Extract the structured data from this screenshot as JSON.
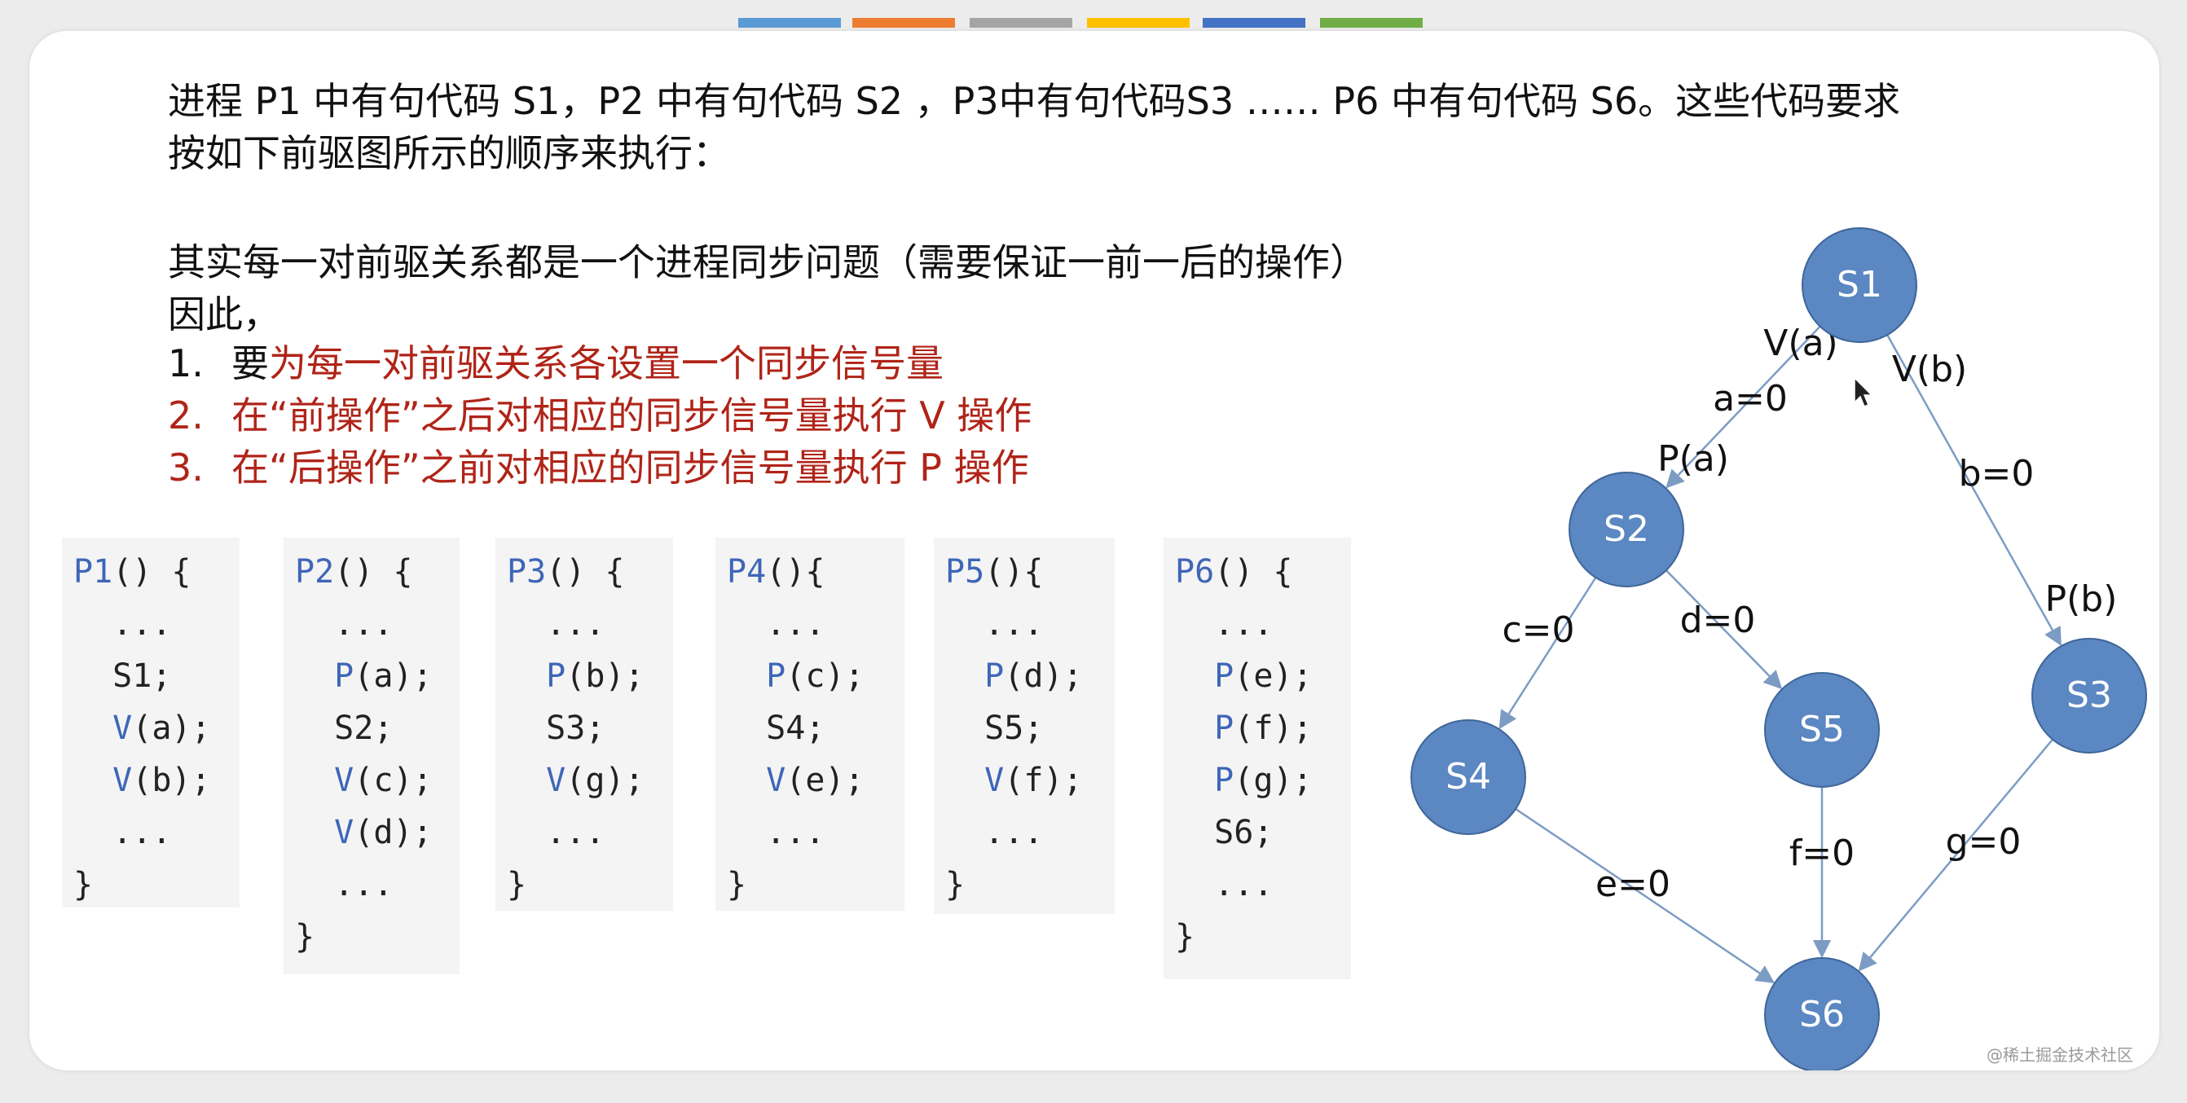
{
  "intro": {
    "line1": "进程 P1 中有句代码 S1，P2 中有句代码 S2 ，P3中有句代码S3 …… P6 中有句代码 S6。这些代码要求",
    "line2": "按如下前驱图所示的顺序来执行："
  },
  "explain": {
    "line1": "其实每一对前驱关系都是一个进程同步问题（需要保证一前一后的操作）",
    "line2": "因此，"
  },
  "steps": [
    {
      "num": "1.",
      "prefix": "要",
      "text": "为每一对前驱关系各设置一个同步信号量"
    },
    {
      "num": "2.",
      "prefix": "",
      "text": "在“前操作”之后对相应的同步信号量执行 V 操作"
    },
    {
      "num": "3.",
      "prefix": "",
      "text": "在“后操作”之前对相应的同步信号量执行 P 操作"
    }
  ],
  "code_blocks": [
    {
      "name": "P1",
      "header": "() {",
      "lines": [
        [
          "",
          "..."
        ],
        [
          "",
          "S1;"
        ],
        [
          "V",
          "(a);"
        ],
        [
          "V",
          "(b);"
        ],
        [
          "",
          "..."
        ]
      ],
      "close": "}"
    },
    {
      "name": "P2",
      "header": "() {",
      "lines": [
        [
          "",
          "..."
        ],
        [
          "P",
          "(a);"
        ],
        [
          "",
          "S2;"
        ],
        [
          "V",
          "(c);"
        ],
        [
          "V",
          "(d);"
        ],
        [
          "",
          "..."
        ]
      ],
      "close": "}"
    },
    {
      "name": "P3",
      "header": "() {",
      "lines": [
        [
          "",
          "..."
        ],
        [
          "P",
          "(b);"
        ],
        [
          "",
          "S3;"
        ],
        [
          "V",
          "(g);"
        ],
        [
          "",
          "..."
        ]
      ],
      "close": "}"
    },
    {
      "name": "P4",
      "header": "(){",
      "lines": [
        [
          "",
          "..."
        ],
        [
          "P",
          "(c);"
        ],
        [
          "",
          "S4;"
        ],
        [
          "V",
          "(e);"
        ],
        [
          "",
          "..."
        ]
      ],
      "close": "}"
    },
    {
      "name": "P5",
      "header": "(){",
      "lines": [
        [
          "",
          "..."
        ],
        [
          "P",
          "(d);"
        ],
        [
          "",
          "S5;"
        ],
        [
          "V",
          "(f);"
        ],
        [
          "",
          "..."
        ]
      ],
      "close": "}"
    },
    {
      "name": "P6",
      "header": "() {",
      "lines": [
        [
          "",
          "..."
        ],
        [
          "P",
          "(e);"
        ],
        [
          "P",
          "(f);"
        ],
        [
          "P",
          "(g);"
        ],
        [
          "",
          "S6;"
        ],
        [
          "",
          "..."
        ]
      ],
      "close": "}"
    }
  ],
  "graph": {
    "nodes": [
      {
        "id": "S1",
        "label": "S1"
      },
      {
        "id": "S2",
        "label": "S2"
      },
      {
        "id": "S3",
        "label": "S3"
      },
      {
        "id": "S4",
        "label": "S4"
      },
      {
        "id": "S5",
        "label": "S5"
      },
      {
        "id": "S6",
        "label": "S6"
      }
    ],
    "edges": [
      {
        "from": "S1",
        "to": "S2",
        "labels": [
          "V(a)",
          "a=0",
          "P(a)"
        ]
      },
      {
        "from": "S1",
        "to": "S3",
        "labels": [
          "V(b)",
          "b=0",
          "P(b)"
        ]
      },
      {
        "from": "S2",
        "to": "S4",
        "labels": [
          "c=0"
        ]
      },
      {
        "from": "S2",
        "to": "S5",
        "labels": [
          "d=0"
        ]
      },
      {
        "from": "S4",
        "to": "S6",
        "labels": [
          "e=0"
        ]
      },
      {
        "from": "S5",
        "to": "S6",
        "labels": [
          "f=0"
        ]
      },
      {
        "from": "S3",
        "to": "S6",
        "labels": [
          "g=0"
        ]
      }
    ]
  },
  "colors": {
    "node_fill": "#5b87c2",
    "node_stroke": "#3f6699",
    "edge": "#7d9cc4",
    "keyword": "#3e66b8",
    "highlight": "#b02418",
    "top_bars": [
      "#5b9bd5",
      "#ed7d31",
      "#a5a5a5",
      "#ffc000",
      "#4472c4",
      "#70ad47"
    ]
  },
  "watermark": "@稀土掘金技术社区"
}
